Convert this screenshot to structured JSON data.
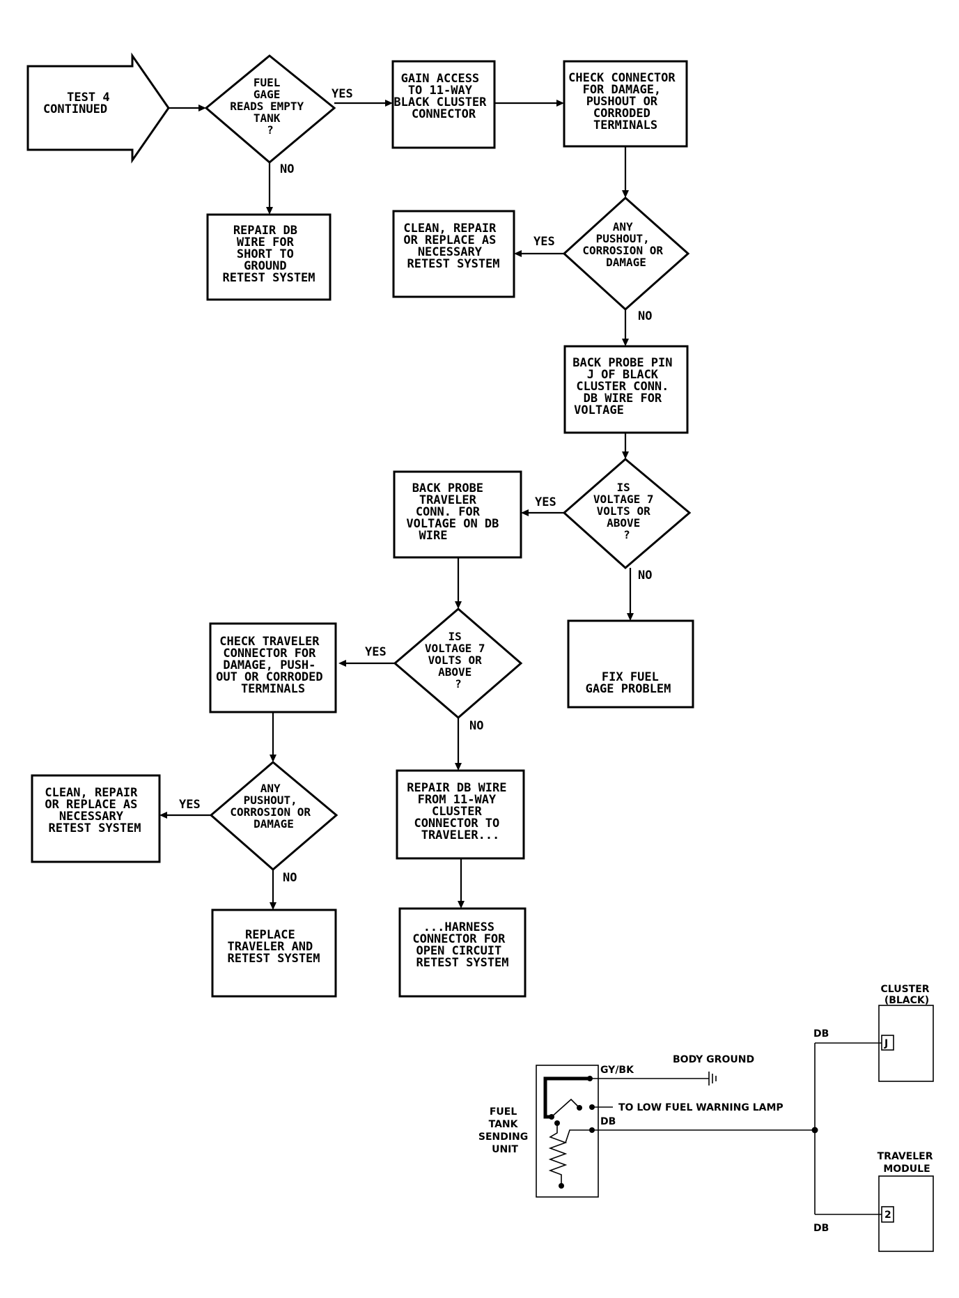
{
  "flowchart": {
    "start": [
      "TEST 4",
      "CONTINUED"
    ],
    "q_fuel_gage": [
      "FUEL",
      "GAGE",
      "READS EMPTY",
      "TANK",
      "?"
    ],
    "gain_access": [
      "GAIN ACCESS",
      "TO 11-WAY",
      "BLACK CLUSTER",
      "CONNECTOR"
    ],
    "check_connector": [
      "CHECK CONNECTOR",
      "FOR DAMAGE,",
      "PUSHOUT OR",
      "CORRODED",
      "TERMINALS"
    ],
    "repair_db_short": [
      "REPAIR DB",
      "WIRE FOR",
      "SHORT TO",
      "GROUND",
      "RETEST SYSTEM"
    ],
    "clean_repair_1": [
      "CLEAN, REPAIR",
      "OR REPLACE AS",
      "NECESSARY",
      "RETEST SYSTEM"
    ],
    "q_pushout_1": [
      "ANY",
      "PUSHOUT,",
      "CORROSION OR",
      "DAMAGE"
    ],
    "back_probe_pin": [
      "BACK PROBE PIN",
      "J OF BLACK",
      "CLUSTER CONN.",
      "DB WIRE FOR",
      "VOLTAGE"
    ],
    "back_probe_traveler": [
      "BACK PROBE",
      "TRAVELER",
      "CONN. FOR",
      "VOLTAGE ON DB",
      "WIRE"
    ],
    "q_voltage_1": [
      "IS",
      "VOLTAGE 7",
      "VOLTS OR",
      "ABOVE",
      "?"
    ],
    "fix_fuel_gage": [
      "FIX FUEL",
      "GAGE PROBLEM"
    ],
    "check_traveler": [
      "CHECK TRAVELER",
      "CONNECTOR FOR",
      "DAMAGE, PUSH-",
      "OUT OR CORRODED",
      "TERMINALS"
    ],
    "q_voltage_2": [
      "IS",
      "VOLTAGE 7",
      "VOLTS OR",
      "ABOVE",
      "?"
    ],
    "clean_repair_2": [
      "CLEAN, REPAIR",
      "OR REPLACE AS",
      "NECESSARY",
      "RETEST SYSTEM"
    ],
    "q_pushout_2": [
      "ANY",
      "PUSHOUT,",
      "CORROSION OR",
      "DAMAGE"
    ],
    "repair_db_open": [
      "REPAIR DB WIRE",
      "FROM 11-WAY",
      "CLUSTER",
      "CONNECTOR TO",
      "TRAVELER..."
    ],
    "replace_traveler": [
      "REPLACE",
      "TRAVELER AND",
      "RETEST SYSTEM"
    ],
    "harness_connector": [
      "...HARNESS",
      "CONNECTOR FOR",
      "OPEN CIRCUIT",
      "RETEST SYSTEM"
    ],
    "yes": "YES",
    "no": "NO"
  },
  "wiring": {
    "fuel_tank_label": [
      "FUEL",
      "TANK",
      "SENDING",
      "UNIT"
    ],
    "gy_bk": "GY/BK",
    "db": "DB",
    "body_ground": "BODY GROUND",
    "to_low_fuel": "TO LOW FUEL WARNING LAMP",
    "cluster_label": [
      "CLUSTER",
      "(BLACK)"
    ],
    "cluster_pin": "J",
    "traveler_label": [
      "TRAVELER",
      "MODULE"
    ],
    "traveler_pin": "2"
  }
}
